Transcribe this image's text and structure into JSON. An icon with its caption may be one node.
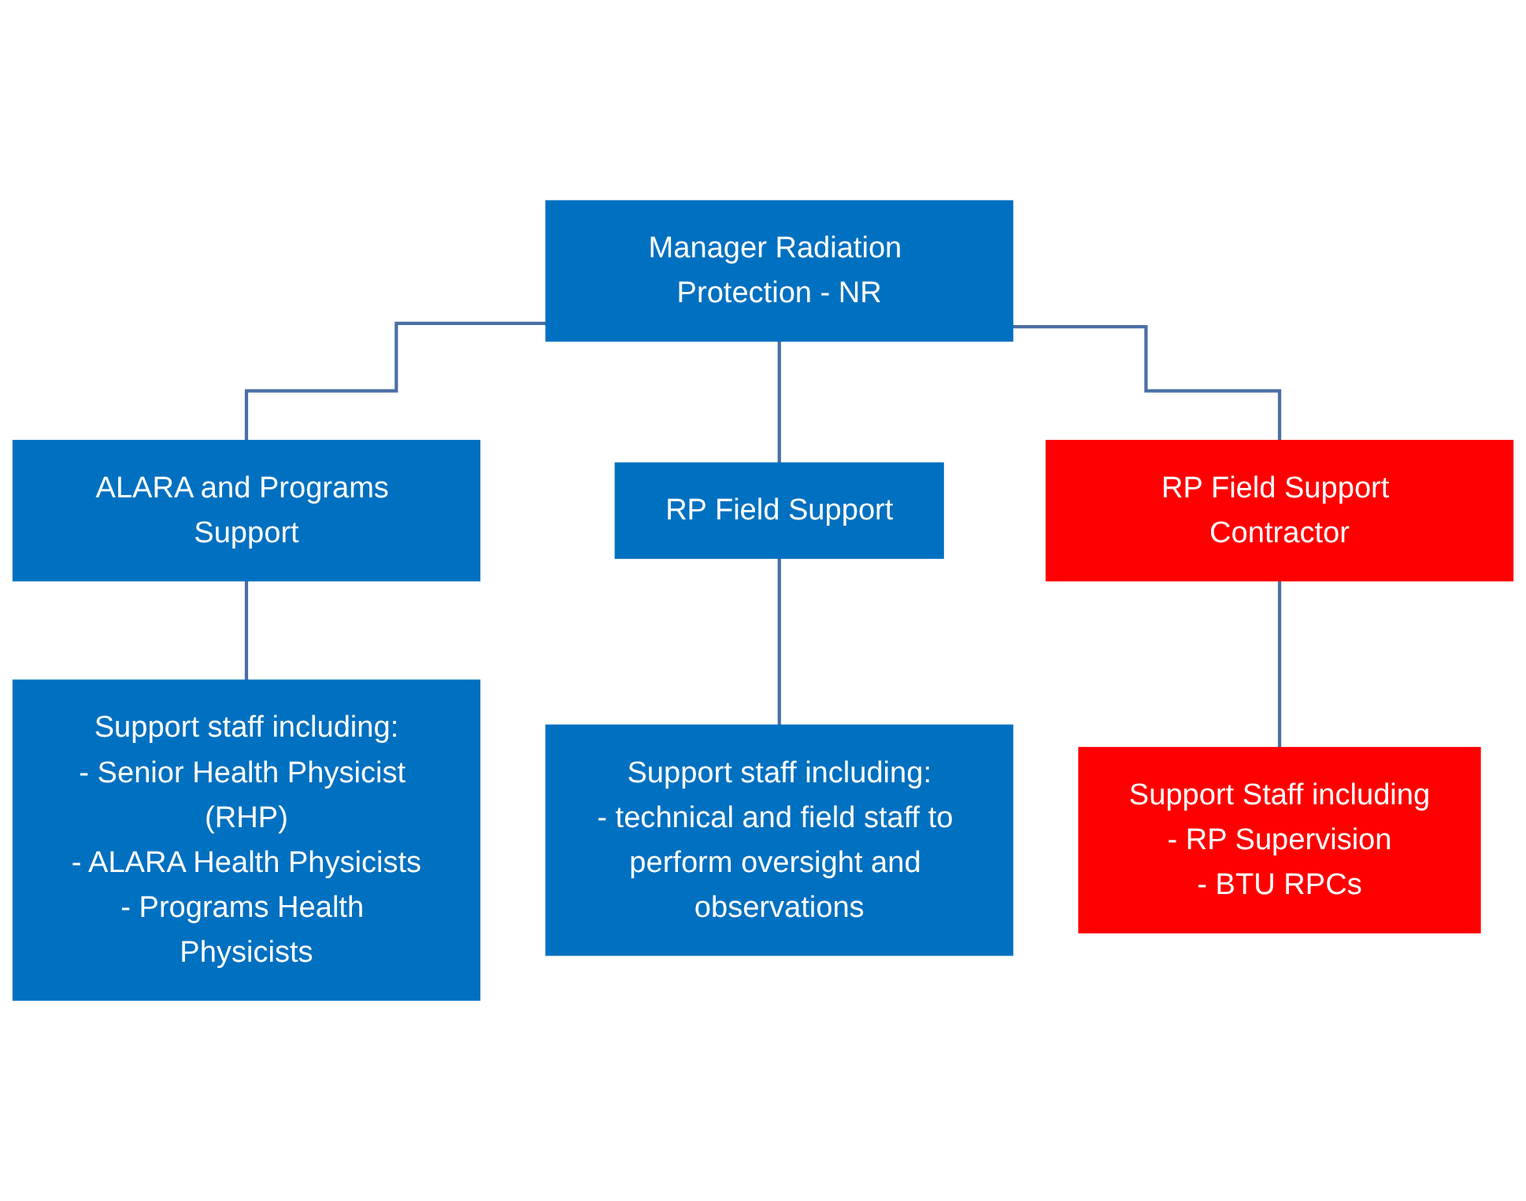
{
  "diagram": {
    "nodes": [
      {
        "text": [
          "Manager Radiation Protection - NR"
        ]
      },
      {
        "text": [
          "ALARA and Programs Support"
        ]
      },
      {
        "text": [
          "RP Field Support"
        ]
      },
      {
        "text": [
          "RP Field Support Contractor"
        ]
      },
      {
        "text": [
          "Support staff including:",
          "- Senior Health Physicist (RHP)",
          "- ALARA Health Physicists",
          "- Programs Health Physicists"
        ]
      },
      {
        "text": [
          "Support staff including:",
          "- technical and field staff to perform oversight and observations"
        ]
      },
      {
        "text": [
          "Support Staff including",
          "- RP Supervision",
          "- BTU RPCs"
        ]
      }
    ],
    "edges": [
      {
        "from": 0,
        "to": 1,
        "arrow": "none"
      },
      {
        "from": 0,
        "to": 2,
        "arrow": "none"
      },
      {
        "from": 0,
        "to": 3,
        "arrow": "none"
      },
      {
        "from": 1,
        "to": 4,
        "arrow": "none"
      },
      {
        "from": 2,
        "to": 5,
        "arrow": "none"
      },
      {
        "from": 3,
        "to": 6,
        "arrow": "none"
      }
    ]
  }
}
